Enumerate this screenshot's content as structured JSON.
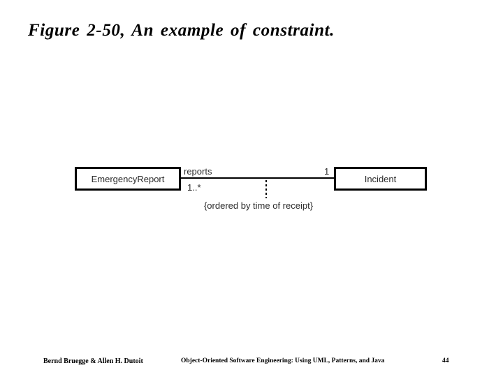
{
  "slide": {
    "title": "Figure 2-50, An example of constraint.",
    "footer": {
      "authors": "Bernd Bruegge & Allen H. Dutoit",
      "book_title": "Object-Oriented Software Engineering: Using UML, Patterns, and Java",
      "page_number": "44"
    }
  },
  "diagram": {
    "type": "uml-class-association",
    "classes": [
      {
        "name": "EmergencyReport"
      },
      {
        "name": "Incident"
      }
    ],
    "association": {
      "name": "reports",
      "source_multiplicity": "1..*",
      "target_multiplicity": "1",
      "constraint": "{ordered by time of receipt}"
    },
    "colors": {
      "box_border": "#000000",
      "box_fill": "#ffffff",
      "line": "#000000",
      "label_text": "#2b2b2b",
      "background": "#ffffff"
    }
  }
}
